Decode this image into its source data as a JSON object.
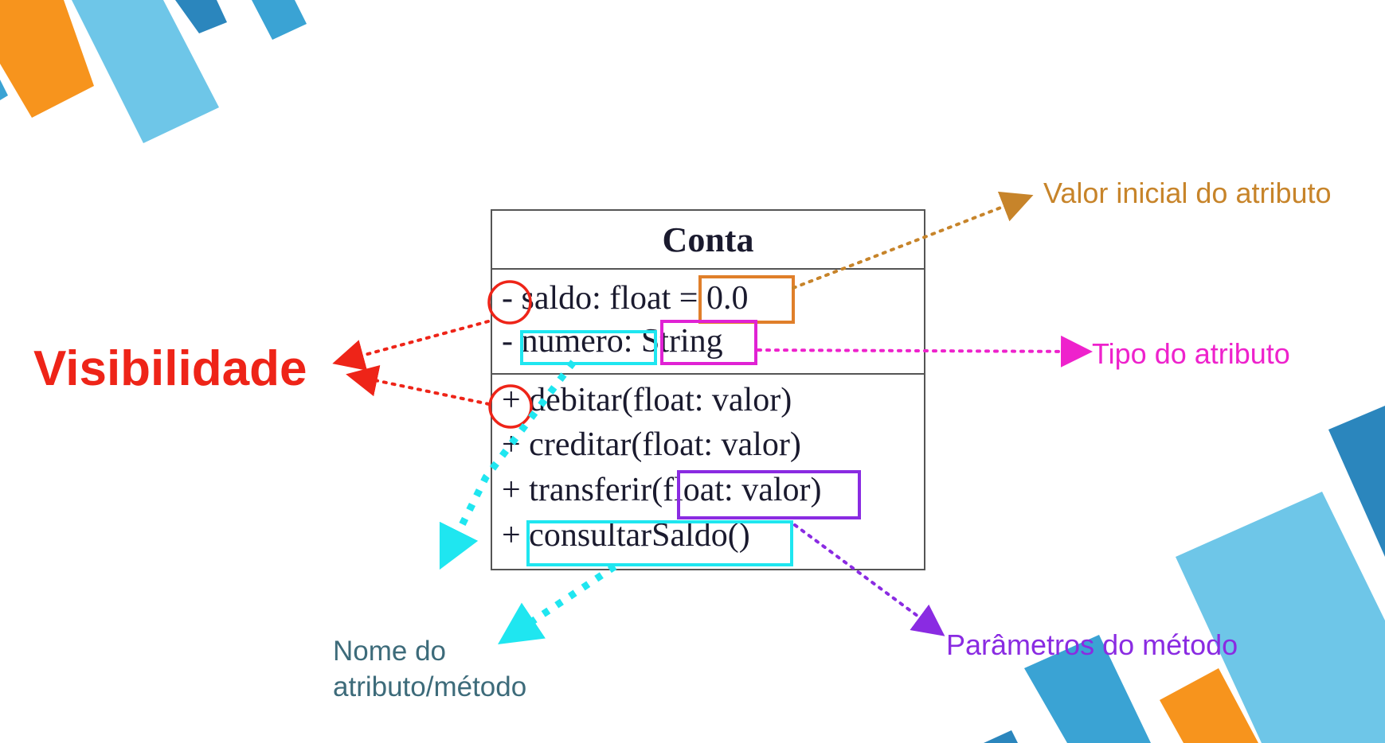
{
  "diagram": {
    "class_name": "Conta",
    "attributes": [
      "- saldo: float = 0.0",
      "- numero: String"
    ],
    "methods": [
      "+ debitar(float: valor)",
      "+ creditar(float: valor)",
      "+ transferir(float: valor)",
      "+ consultarSaldo()"
    ]
  },
  "annotations": {
    "visibility": "Visibilidade",
    "initial_value": "Valor inicial do atributo",
    "attribute_type": "Tipo do atributo",
    "method_params": "Parâmetros do método",
    "name_line1": "Nome do",
    "name_line2": "atributo/método"
  },
  "colors": {
    "visibility": "#ee2418",
    "initial_value": "#c7842a",
    "attribute_type": "#ee22cc",
    "method_params": "#8a2be2",
    "name": "#1fe6f0",
    "name_text": "#3d6b7a",
    "deco_orange": "#f7941d",
    "deco_light_blue": "#6ec6e8",
    "deco_blue": "#3aa3d4",
    "deco_dark_blue": "#2b86bd"
  }
}
